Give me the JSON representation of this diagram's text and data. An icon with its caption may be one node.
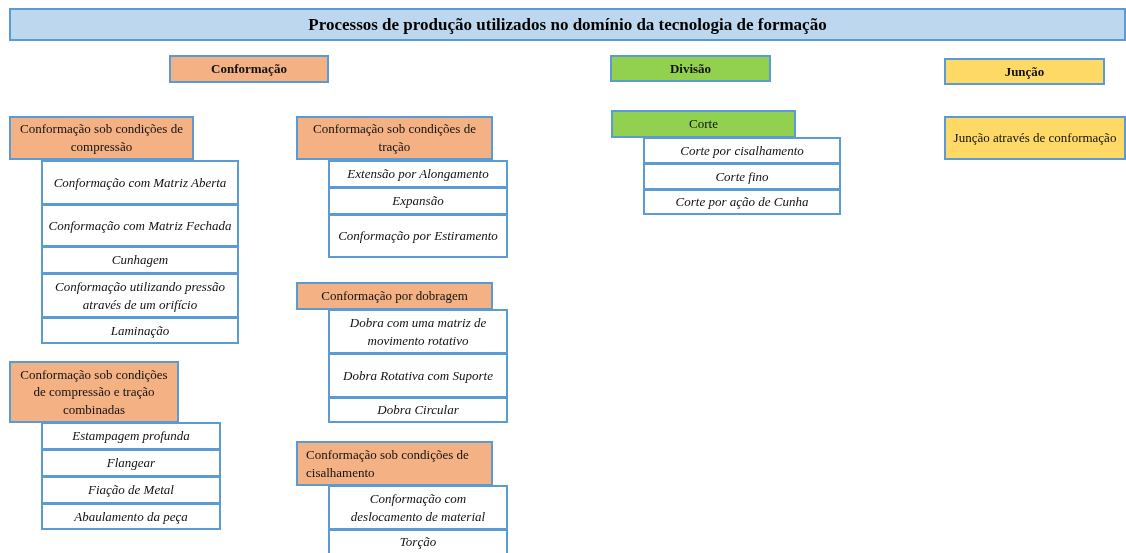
{
  "diagram": {
    "title": "Processos de produção utilizados no domínio da tecnologia de formação",
    "nodes": [
      {
        "text": [
          "Conformação"
        ]
      },
      {
        "text": [
          "Divisão"
        ]
      },
      {
        "text": [
          "Junção"
        ]
      },
      {
        "text": [
          "Conformação sob condições de compressão"
        ]
      },
      {
        "text": [
          "Conformação com Matriz Aberta"
        ]
      },
      {
        "text": [
          "Conformação com Matriz Fechada"
        ]
      },
      {
        "text": [
          "Cunhagem"
        ]
      },
      {
        "text": [
          "Conformação utilizando pressão através de um orifício"
        ]
      },
      {
        "text": [
          "Laminação"
        ]
      },
      {
        "text": [
          "Conformação sob condições de compressão e tração combinadas"
        ]
      },
      {
        "text": [
          "Estampagem profunda"
        ]
      },
      {
        "text": [
          "Flangear"
        ]
      },
      {
        "text": [
          "Fiação de Metal"
        ]
      },
      {
        "text": [
          "Abaulamento da peça"
        ]
      },
      {
        "text": [
          "Conformação sob condições de tração"
        ]
      },
      {
        "text": [
          "Extensão por Alongamento"
        ]
      },
      {
        "text": [
          "Expansão"
        ]
      },
      {
        "text": [
          "Conformação por Estiramento"
        ]
      },
      {
        "text": [
          "Conformação por dobragem"
        ]
      },
      {
        "text": [
          "Dobra com uma matriz de movimento rotativo"
        ]
      },
      {
        "text": [
          "Dobra Rotativa com Suporte"
        ]
      },
      {
        "text": [
          "Dobra Circular"
        ]
      },
      {
        "text": [
          "Conformação sob condições de cisalhamento"
        ]
      },
      {
        "text": [
          "Conformação com deslocamento de material"
        ]
      },
      {
        "text": [
          "Torção"
        ]
      },
      {
        "text": [
          "Corte"
        ]
      },
      {
        "text": [
          "Corte por cisalhamento"
        ]
      },
      {
        "text": [
          "Corte fino"
        ]
      },
      {
        "text": [
          "Corte por ação de Cunha"
        ]
      },
      {
        "text": [
          "Junção através de conformação"
        ]
      }
    ]
  }
}
